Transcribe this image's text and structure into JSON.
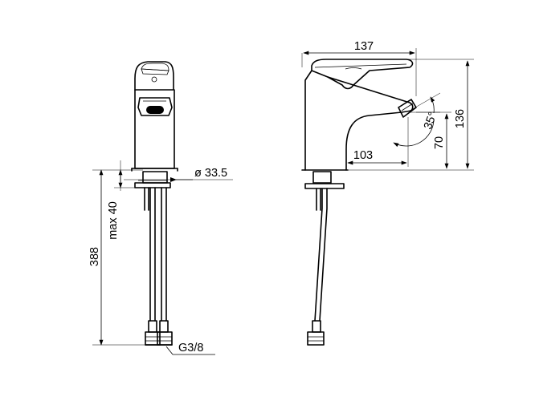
{
  "colors": {
    "line": "#000000",
    "background": "#ffffff"
  },
  "dimensions": {
    "width_total": "137",
    "height_total": "136",
    "spout_reach": "103",
    "spout_height": "70",
    "spout_angle": "35°",
    "base_diameter": "ø 33.5",
    "deck_thickness": "max 40",
    "hose_length": "388",
    "connection_thread": "G3/8"
  }
}
